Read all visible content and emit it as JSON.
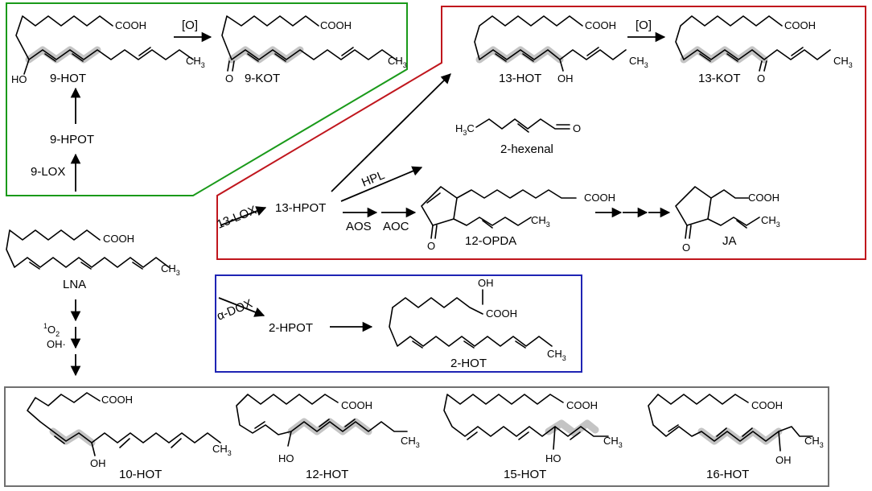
{
  "colors": {
    "box_9lox": "#1a9a1a",
    "box_13lox": "#c0161d",
    "box_adox": "#1f24b4",
    "box_other": "#707070",
    "highlight": "#c4c4c4"
  },
  "groups": {
    "lox9": {
      "compounds": {
        "hpot": "9-HPOT",
        "hot": "9-HOT",
        "kot": "9-KOT"
      },
      "enzyme": "9-LOX",
      "oxidation": "[O]"
    },
    "lox13": {
      "compounds": {
        "hpot": "13-HPOT",
        "hot": "13-HOT",
        "kot": "13-KOT",
        "hexenal": "2-hexenal",
        "opda": "12-OPDA",
        "ja": "JA"
      },
      "enzymes": {
        "lox": "13-LOX",
        "hpl": "HPL",
        "aos": "AOS",
        "aoc": "AOC"
      },
      "oxidation": "[O]"
    },
    "adox": {
      "compounds": {
        "hpot": "2-HPOT",
        "hot": "2-HOT"
      },
      "enzyme": "α-DOX"
    },
    "nonenzymatic": {
      "reagents": {
        "singlet_o2_sup": "1",
        "singlet_o2": "O",
        "singlet_o2_sub": "2",
        "hydroxyl": "OH·"
      },
      "compounds": [
        "10-HOT",
        "12-HOT",
        "15-HOT",
        "16-HOT"
      ]
    }
  },
  "substrate": "LNA",
  "atoms": {
    "cooh": "COOH",
    "ch3": "CH",
    "ch3_sub": "3",
    "h3c_h": "H",
    "h3c_sub": "3",
    "h3c_c": "C",
    "oh": "OH",
    "ho": "HO",
    "o": "O"
  }
}
